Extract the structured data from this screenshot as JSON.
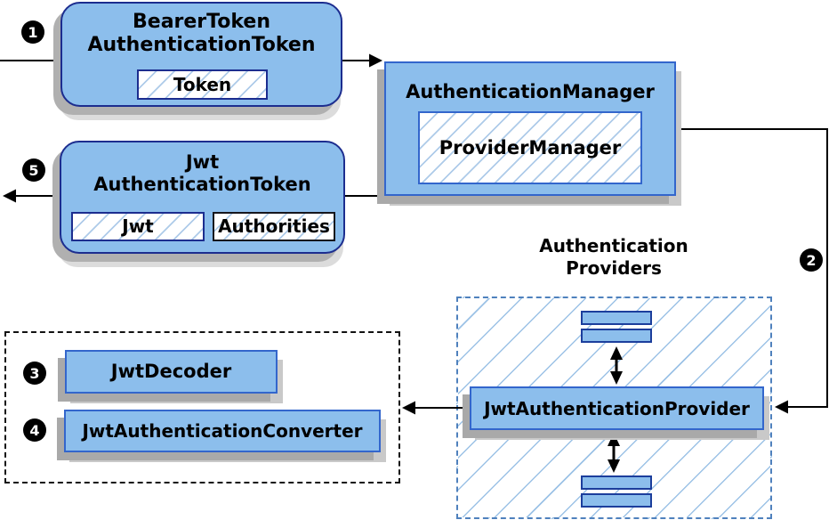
{
  "diagram": {
    "badges": {
      "step1": "1",
      "step2": "2",
      "step3": "3",
      "step4": "4",
      "step5": "5"
    },
    "boxes": {
      "bearer": {
        "line1": "BearerToken",
        "line2": "AuthenticationToken",
        "chip": "Token"
      },
      "auth_manager": {
        "title": "AuthenticationManager",
        "chip": "ProviderManager"
      },
      "jwt_token": {
        "line1": "Jwt",
        "line2": "AuthenticationToken",
        "chip_jwt": "Jwt",
        "chip_authorities": "Authorities"
      },
      "providers_group": {
        "line1": "Authentication",
        "line2": "Providers"
      },
      "provider": {
        "title": "JwtAuthenticationProvider"
      },
      "decoder": {
        "title": "JwtDecoder"
      },
      "converter": {
        "title": "JwtAuthenticationConverter"
      }
    },
    "colors": {
      "box_fill": "#8CBEEC",
      "border_navy": "#1c2d8f",
      "border_blue": "#3366cc",
      "hatch_blue": "#9cc2e6",
      "dashed_blue": "#4f81bd",
      "dashed_black": "#111111",
      "arrow_black": "#000000",
      "shadow_gray": "#a9a9a9",
      "background": "#ffffff"
    }
  }
}
